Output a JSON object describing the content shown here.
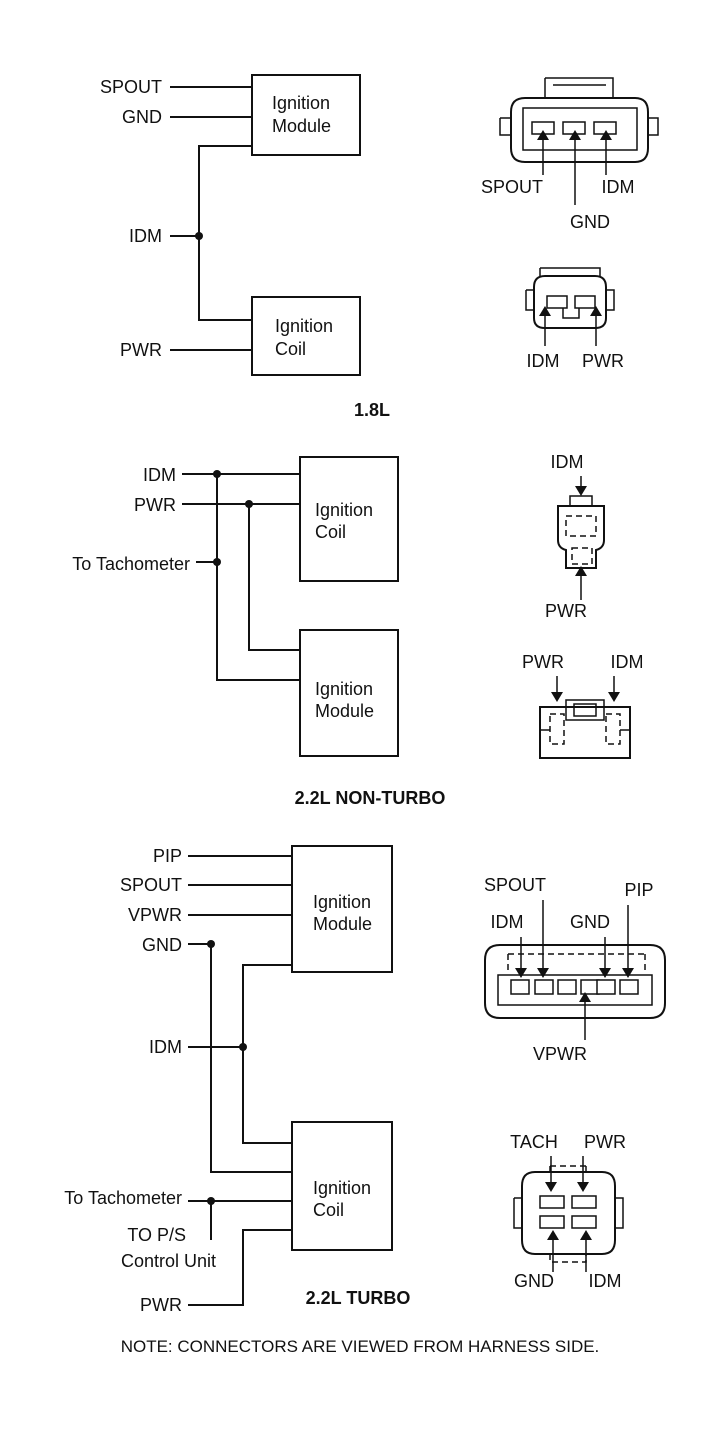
{
  "sections": {
    "s18": {
      "title": "1.8L",
      "inputs": [
        "SPOUT",
        "GND",
        "IDM",
        "PWR"
      ],
      "module": [
        "Ignition",
        "Module"
      ],
      "coil": [
        "Ignition",
        "Coil"
      ],
      "connector_a": [
        "SPOUT",
        "GND",
        "IDM"
      ],
      "connector_b": [
        "IDM",
        "PWR"
      ]
    },
    "s22": {
      "title": "2.2L NON-TURBO",
      "inputs": [
        "IDM",
        "PWR",
        "To Tachometer"
      ],
      "coil": [
        "Ignition",
        "Coil"
      ],
      "module": [
        "Ignition",
        "Module"
      ],
      "connector_a": [
        "IDM",
        "PWR"
      ],
      "connector_b": [
        "PWR",
        "IDM"
      ]
    },
    "s22t": {
      "title": "2.2L TURBO",
      "inputs": [
        "PIP",
        "SPOUT",
        "VPWR",
        "GND",
        "IDM",
        "To Tachometer",
        "TO P/S",
        "Control Unit",
        "PWR"
      ],
      "module": [
        "Ignition",
        "Module"
      ],
      "coil": [
        "Ignition",
        "Coil"
      ],
      "connector_a": [
        "SPOUT",
        "IDM",
        "GND",
        "PIP",
        "VPWR"
      ],
      "connector_b": [
        "TACH",
        "PWR",
        "GND",
        "IDM"
      ]
    }
  },
  "note": "NOTE: CONNECTORS ARE VIEWED FROM HARNESS SIDE."
}
